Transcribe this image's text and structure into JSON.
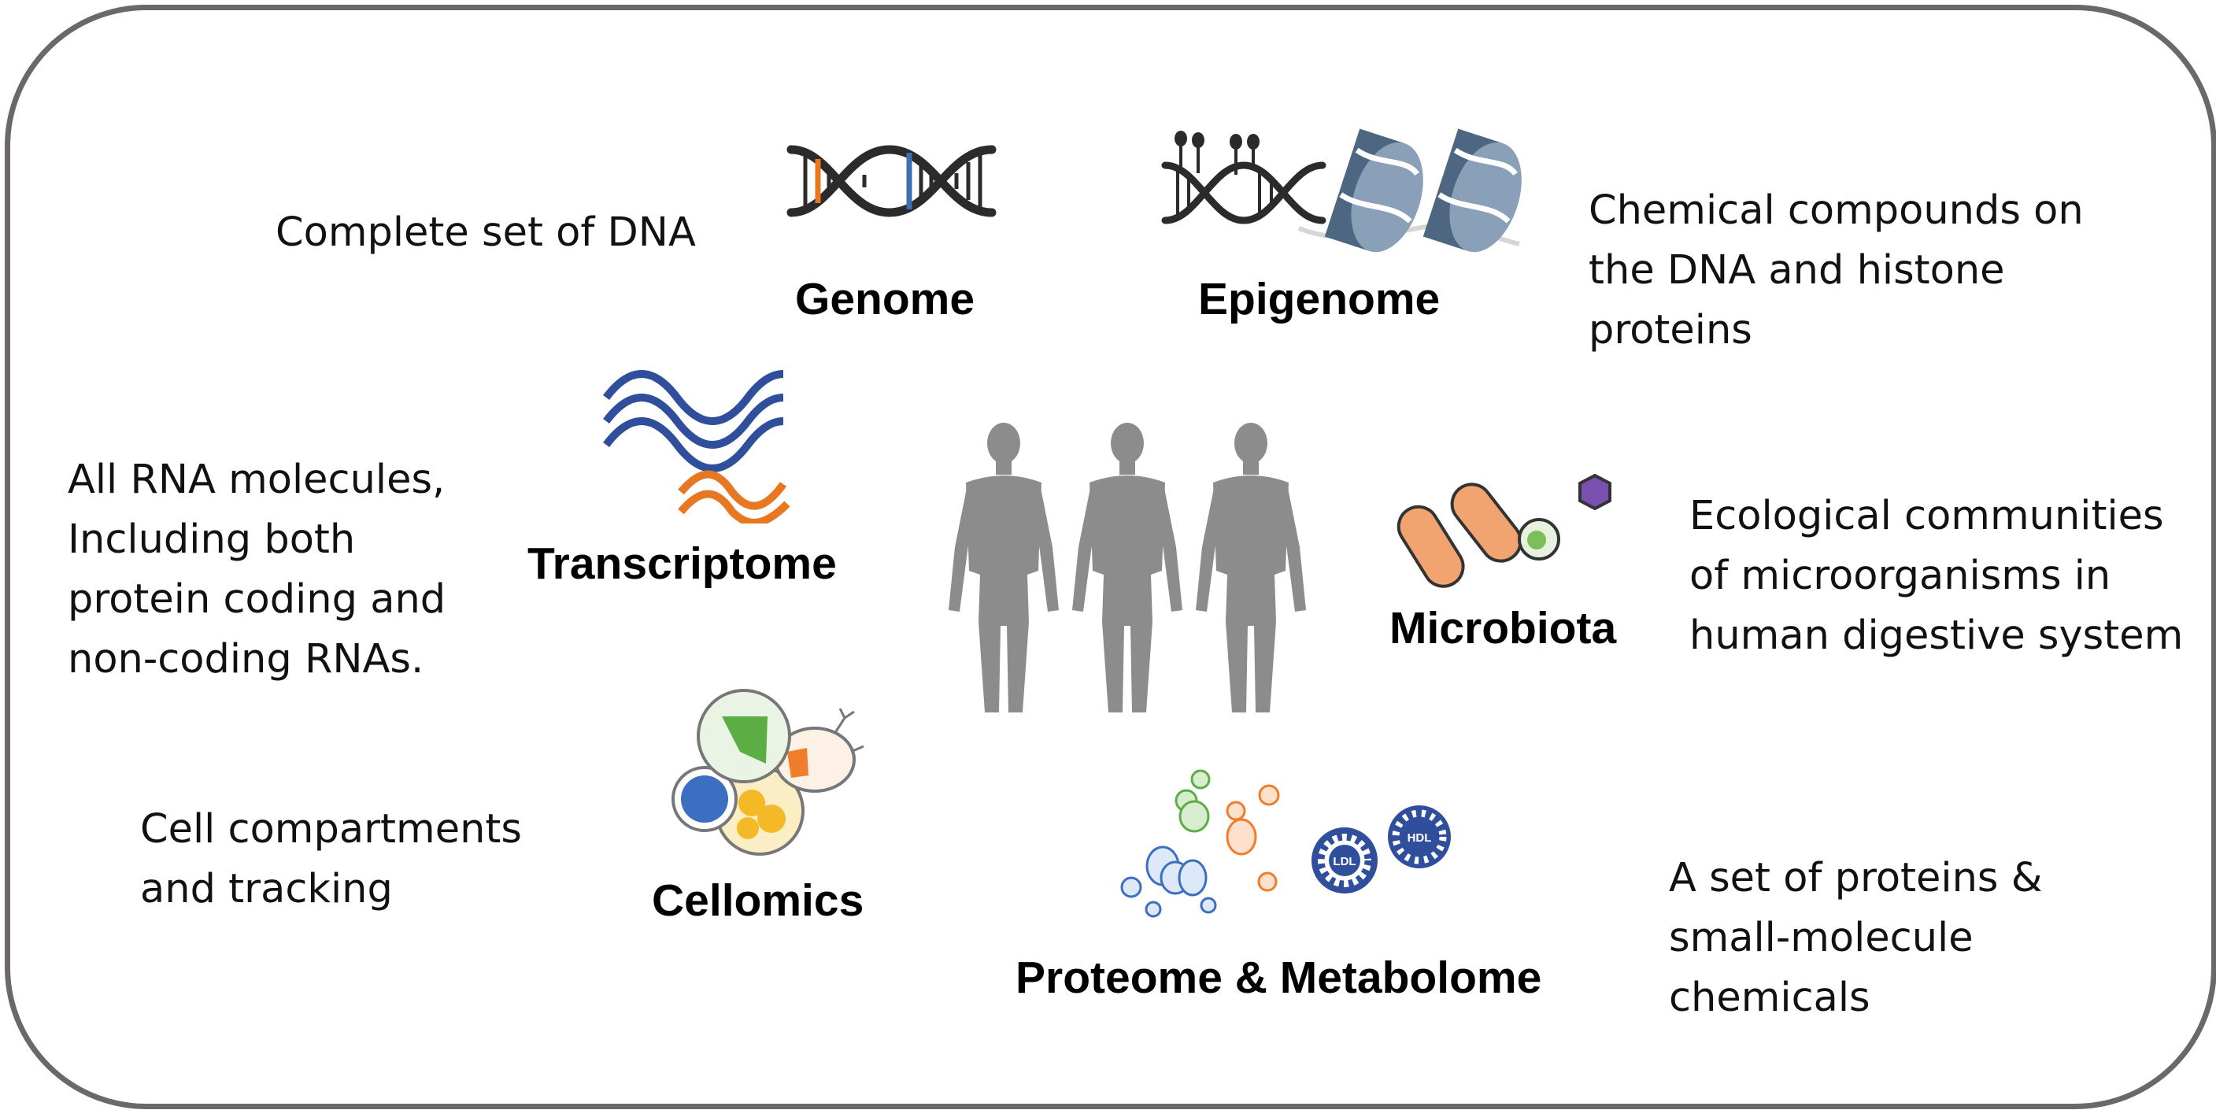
{
  "colors": {
    "frame": "#6b6867",
    "silhouette": "#8c8c8c",
    "dna_dark": "#2b2b2b",
    "dna_orange": "#e87722",
    "dna_blue": "#3d6fb6",
    "rna_blue": "#2f4f9c",
    "rna_orange": "#e87722",
    "histone": "#4d6782",
    "microbe_orange": "#f2a470",
    "microbe_green": "#7cbf5a",
    "microbe_purple": "#7a4fb0",
    "cell_green": "#5cae44",
    "cell_blue": "#3c6fc1",
    "cell_yellow": "#f3b926",
    "cell_orange": "#ef7d2b",
    "molecule_blue": "#3c6fc1",
    "molecule_green": "#5cae44",
    "molecule_orange": "#ef7d2b"
  },
  "omics": {
    "genome": {
      "label": "Genome",
      "description": [
        "Complete set of DNA"
      ],
      "icon": "dna-helix-icon"
    },
    "epigenome": {
      "label": "Epigenome",
      "description": [
        "Chemical compounds on",
        "the DNA and histone",
        "proteins"
      ],
      "icon": "histone-dna-icon"
    },
    "transcriptome": {
      "label": "Transcriptome",
      "description": [
        "All RNA molecules,",
        "Including both",
        "protein coding and",
        "non-coding RNAs."
      ],
      "icon": "rna-strands-icon"
    },
    "microbiota": {
      "label": "Microbiota",
      "description": [
        "Ecological communities",
        "of microorganisms in",
        "human digestive system"
      ],
      "icon": "microbes-icon"
    },
    "cellomics": {
      "label": "Cellomics",
      "description": [
        "Cell compartments",
        "and tracking"
      ],
      "icon": "cells-icon"
    },
    "proteome_metabolome": {
      "label": "Proteome & Metabolome",
      "description": [
        "A set of proteins &",
        "small-molecule",
        "chemicals"
      ],
      "icon": "molecules-icon",
      "ldl_text": "LDL",
      "hdl_text": "HDL"
    }
  },
  "center_icon": "human-silhouettes-icon"
}
